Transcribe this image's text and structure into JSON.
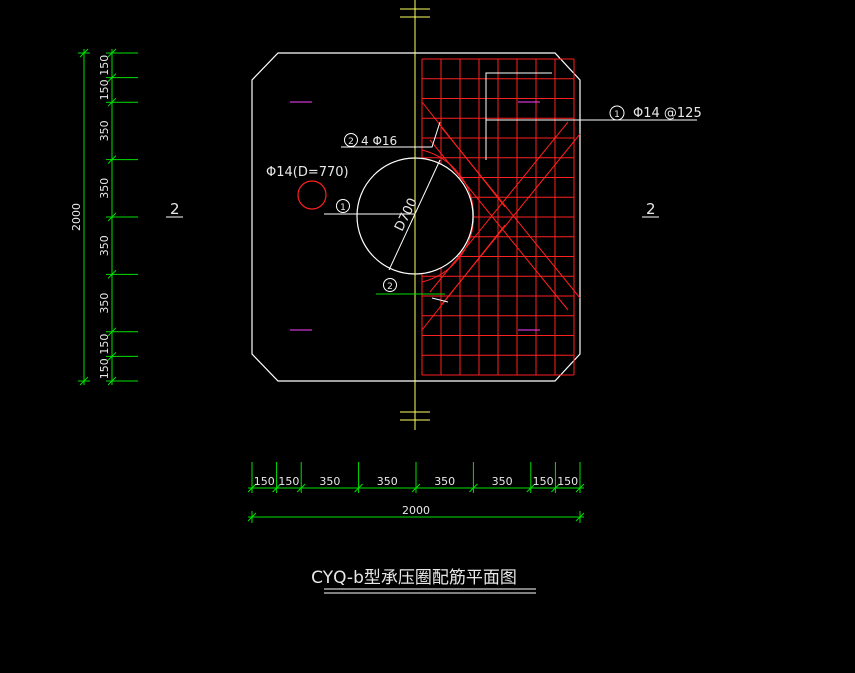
{
  "drawing": {
    "title": "CYQ-b型承压圈配筋平面图",
    "colors": {
      "background": "#000000",
      "outline": "#ffffff",
      "rebar": "#ff2020",
      "dimension": "#00e000",
      "axis": "#ffff66",
      "mark": "#ff40ff"
    },
    "left_dims": [
      "150",
      "150",
      "350",
      "350",
      "350",
      "350",
      "150",
      "150"
    ],
    "left_total": "2000",
    "bottom_dims": [
      "150",
      "150",
      "350",
      "350",
      "350",
      "350",
      "150",
      "150"
    ],
    "bottom_total": "2000",
    "section_mark": "2",
    "callouts": {
      "rebar_mesh": "Φ14 @125",
      "mesh_mark": "1",
      "ring_bars": "4 Φ16",
      "ring_mark": "2",
      "hoop": "Φ14(D=770)",
      "opening": "D700",
      "center_mark": "1",
      "lower_mark": "2"
    }
  }
}
